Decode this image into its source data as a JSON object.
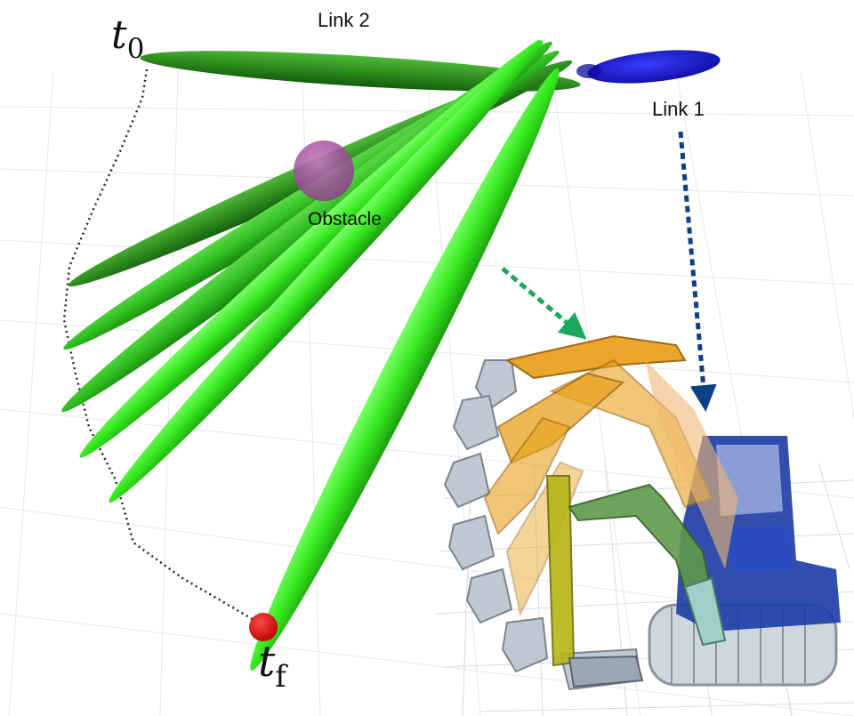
{
  "labels": {
    "link2": "Link 2",
    "link1": "Link 1",
    "obstacle": "Obstacle",
    "t0_base": "t",
    "t0_sub": "0",
    "tf_base": "t",
    "tf_sub": "f"
  },
  "colors": {
    "link2_dark": "#2e8f1e",
    "link2_light": "#34e81c",
    "link1": "#1a1ad0",
    "obstacle": "#a04a9a",
    "endpoint": "#e31010",
    "arrow_green": "#1aa85a",
    "arrow_blue": "#0d3f85",
    "excavator_orange": "#e9a21d",
    "excavator_blue": "#1f3fa8"
  },
  "icons": [
    "trajectory-path",
    "obstacle-sphere",
    "excavator-illustration"
  ]
}
